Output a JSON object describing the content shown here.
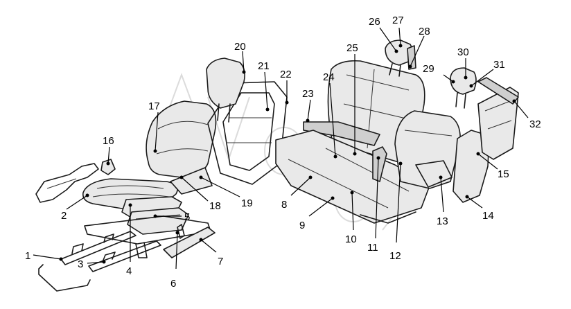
{
  "diagram": {
    "type": "exploded-parts-view",
    "callouts": [
      "1",
      "2",
      "3",
      "4",
      "5",
      "6",
      "7",
      "8",
      "9",
      "10",
      "11",
      "12",
      "13",
      "14",
      "15",
      "16",
      "17",
      "18",
      "19",
      "20",
      "21",
      "22",
      "23",
      "24",
      "25",
      "26",
      "27",
      "28",
      "29",
      "30",
      "31",
      "32"
    ]
  }
}
